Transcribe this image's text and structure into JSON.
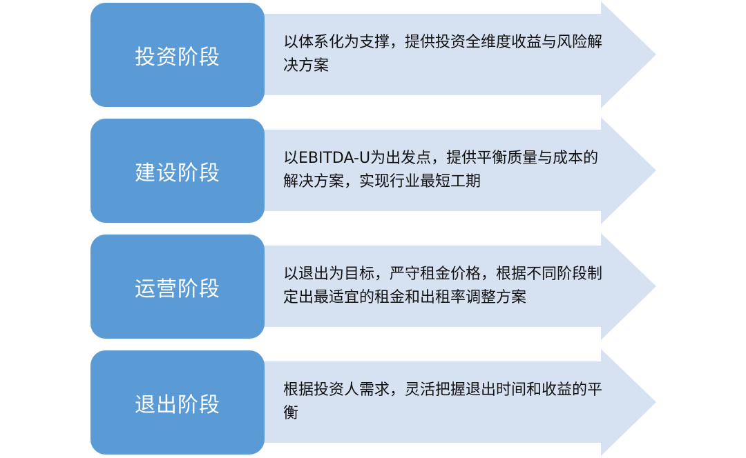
{
  "colors": {
    "stage_box": "#5b9bd5",
    "arrow": "#d6e1f1",
    "text": "#111111"
  },
  "stages": [
    {
      "label": "投资阶段",
      "description": "以体系化为支撑，提供投资全维度收益与风险解决方案"
    },
    {
      "label": "建设阶段",
      "description": "以EBITDA-U为出发点，提供平衡质量与成本的解决方案，实现行业最短工期"
    },
    {
      "label": "运营阶段",
      "description": "以退出为目标，严守租金价格，根据不同阶段制定出最适宜的租金和出租率调整方案"
    },
    {
      "label": "退出阶段",
      "description": "根据投资人需求，灵活把握退出时间和收益的平衡"
    }
  ]
}
